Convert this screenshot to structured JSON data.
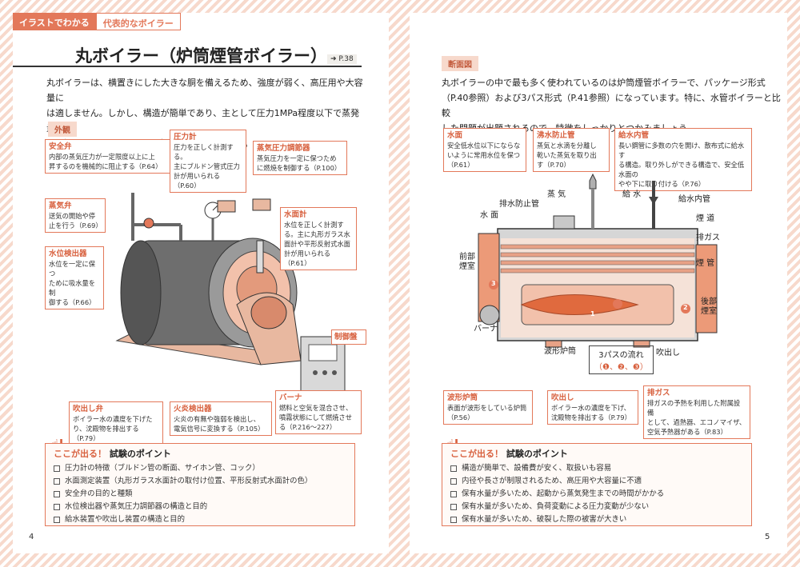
{
  "header": {
    "tab_a": "イラストでわかる",
    "tab_b": "代表的なボイラー"
  },
  "left": {
    "title": "丸ボイラー（炉筒煙管ボイラー）",
    "ref": "➜ P.38",
    "intro": [
      "丸ボイラーは、横置きにした大きな胴を備えるため、強度が弱く、高圧用や大容量に",
      "は適しません。しかし、構造が簡単であり、主として圧力1MPa程度以下で蒸発量10t/",
      "h程度までのボイラーとして広く使用されています。"
    ],
    "section_label": "外観",
    "callouts": {
      "safety_valve": {
        "title": "安全弁",
        "lines": [
          "内部の蒸気圧力が一定限度以上に上",
          "昇するのを機械的に阻止する（P.64）"
        ]
      },
      "pressure_gauge": {
        "title": "圧力計",
        "lines": [
          "圧力を正しく計測する。",
          "主にブルドン管式圧力",
          "計が用いられる（P.60）"
        ]
      },
      "pressure_regulator": {
        "title": "蒸気圧力調節器",
        "lines": [
          "蒸気圧力を一定に保つため",
          "に燃焼を制御する（P.100）"
        ]
      },
      "steam_valve": {
        "title": "蒸気弁",
        "lines": [
          "送気の開始や停",
          "止を行う（P.69）"
        ]
      },
      "water_gauge": {
        "title": "水面計",
        "lines": [
          "水位を正しく計測す",
          "る。主に丸形ガラス水",
          "面計や平形反射式水面",
          "計が用いられる",
          "（P.61）"
        ]
      },
      "level_detector": {
        "title": "水位検出器",
        "lines": [
          "水位を一定に保つ",
          "ために吸水量を制",
          "御する（P.66）"
        ]
      },
      "control_panel": {
        "title": "制御盤"
      },
      "blow_valve": {
        "title": "吹出し弁",
        "lines": [
          "ボイラー水の濃度を下げた",
          "り、沈殿物を排出する（P.79）"
        ]
      },
      "flame_detector": {
        "title": "火炎検出器",
        "lines": [
          "火炎の有無や強弱を検出し、",
          "電気信号に変換する（P.105）"
        ]
      },
      "burner": {
        "title": "バーナ",
        "lines": [
          "燃料と空気を混合させ、",
          "噴霧状態にして燃焼させ",
          "る（P.216～227）"
        ]
      }
    },
    "points": {
      "title_hl": "ここが出る！",
      "title": "試験のポイント",
      "items": [
        "圧力計の特徴（ブルドン管の断面、サイホン管、コック）",
        "水面測定装置（丸形ガラス水面計の取付け位置、平形反射式水面計の色）",
        "安全弁の目的と種類",
        "水位検出器や蒸気圧力調節器の構造と目的",
        "給水装置や吹出し装置の構造と目的"
      ]
    },
    "page_number": "4"
  },
  "right": {
    "section_label": "断面図",
    "intro": [
      "丸ボイラーの中で最も多く使われているのは炉筒煙管ボイラーで、パッケージ形式",
      "（P.40参照）および3パス形式（P.41参照）になっています。特に、水管ボイラーと比較",
      "した問題が出題されるので、特徴をしっかりとつかみましょう。"
    ],
    "callouts": {
      "water_surface": {
        "title": "水面",
        "lines": [
          "安全低水位以下にならな",
          "いように常用水位を保つ",
          "（P.61）"
        ]
      },
      "anti_priming": {
        "title": "沸水防止管",
        "lines": [
          "蒸気と水滴を分離し",
          "乾いた蒸気を取り出",
          "す（P.70）"
        ]
      },
      "feed_pipe": {
        "title": "給水内管",
        "lines": [
          "長い鋼管に多数の穴を開け、散布式に給水す",
          "る構造。取り外しができる構造で、安全低水面の",
          "やや下に取り付ける（P.76）"
        ]
      },
      "corrugated": {
        "title": "波形炉筒",
        "lines": [
          "表面が波形をしている炉筒",
          "（P.56）"
        ]
      },
      "blowdown": {
        "title": "吹出し",
        "lines": [
          "ボイラー水の濃度を下げ、",
          "沈殿物を排出する（P.79）"
        ]
      },
      "exhaust": {
        "title": "排ガス",
        "lines": [
          "排ガスの予熱を利用した附属設備",
          "として、過熱器、エコノマイザ、",
          "空気予熱器がある（P.83）"
        ]
      }
    },
    "diagram_labels": {
      "anti_priming_pipe": "排水防止管",
      "steam": "蒸 気",
      "feed_water": "給 水",
      "feed_inner_pipe": "給水内管",
      "water_surface": "水 面",
      "flue": "煙 道",
      "exhaust_gas": "排ガス",
      "front_smoke_box": [
        "前部",
        "煙室"
      ],
      "smoke_tube": "煙 管",
      "rear_smoke_box": [
        "後部",
        "煙室"
      ],
      "burner": "バーナ",
      "corrugated_furnace": "波形炉筒",
      "three_pass_flow": "3パスの流れ",
      "three_pass_steps": "（❶、❷、❸）",
      "blowdown": "吹出し",
      "pass_1": "1",
      "pass_2": "2",
      "pass_3": "3"
    },
    "points": {
      "title_hl": "ここが出る！",
      "title": "試験のポイント",
      "items": [
        "構造が簡単で、設備費が安く、取扱いも容易",
        "内径や長さが制限されるため、高圧用や大容量に不適",
        "保有水量が多いため、起動から蒸気発生までの時間がかかる",
        "保有水量が多いため、負荷変動による圧力変動が少ない",
        "保有水量が多いため、破裂した際の被害が大きい"
      ]
    },
    "page_number": "5"
  },
  "colors": {
    "accent": "#e3785a",
    "accent_dark": "#d8613f",
    "pale": "#f7d9cc",
    "boiler": "#8a8a8a"
  }
}
